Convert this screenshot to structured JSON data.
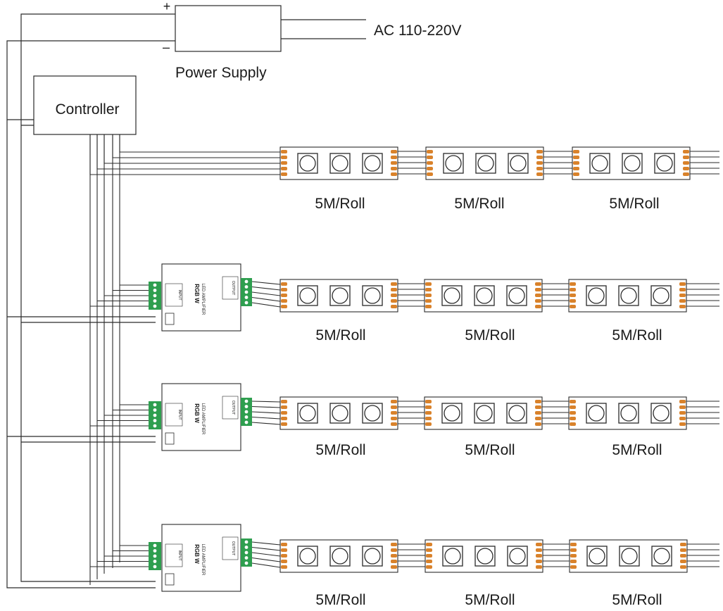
{
  "power_supply": {
    "label": "Power Supply",
    "plus": "+",
    "minus": "–",
    "ac_label": "AC 110-220V"
  },
  "controller": {
    "label": "Controller"
  },
  "strip_label": "5M/Roll",
  "amplifier": {
    "title": "RGB W",
    "subtitle": "LED AMPLIFIER",
    "input_word": "INPUT",
    "output_word": "OUTPUT"
  },
  "colors": {
    "wire": "#2a2a2a",
    "led_pad": "#d9822b",
    "terminal": "#2e9e4f"
  },
  "rows": [
    {
      "has_amplifier": false,
      "strips": 3
    },
    {
      "has_amplifier": true,
      "strips": 3
    },
    {
      "has_amplifier": true,
      "strips": 3
    },
    {
      "has_amplifier": true,
      "strips": 3
    }
  ]
}
